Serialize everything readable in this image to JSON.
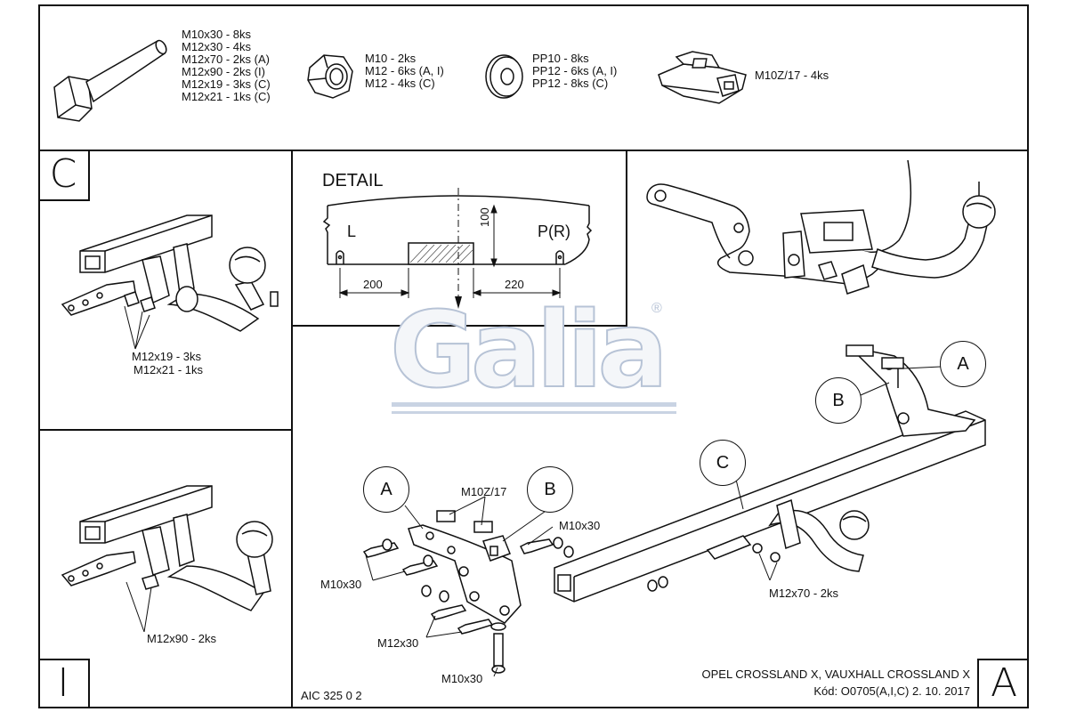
{
  "parts": {
    "bolts": [
      "M10x30 - 8ks",
      "M12x30 - 4ks",
      "M12x70 - 2ks (A)",
      "M12x90 - 2ks (I)",
      "M12x19 - 3ks (C)",
      "M12x21 - 1ks (C)"
    ],
    "nuts": [
      "M10 - 2ks",
      "M12 - 6ks (A, I)",
      "M12 - 4ks (C)"
    ],
    "washers": [
      "PP10 - 8ks",
      "PP12 - 6ks (A, I)",
      "PP12 - 8ks (C)"
    ],
    "clip": "M10Z/17 - 4ks"
  },
  "panel_c": {
    "letter": "C",
    "note1": "M12x19 - 3ks",
    "note2": "M12x21 - 1ks"
  },
  "panel_i": {
    "letter": "I",
    "note1": "M12x90 - 2ks"
  },
  "detail": {
    "title": "DETAIL",
    "left_label": "L",
    "right_label": "P(R)",
    "dim_left": "200",
    "dim_right": "220",
    "dim_height": "100"
  },
  "logo": {
    "text": "Galia",
    "reg": "®"
  },
  "assembly": {
    "callout_a": "A",
    "callout_b": "B",
    "callout_c": "C",
    "clip_label": "M10Z/17",
    "bolt_m10x30_a": "M10x30",
    "bolt_m10x30_b": "M10x30",
    "bolt_m10x30_c": "M10x30",
    "bolt_m12x30": "M12x30",
    "bolt_m12x70": "M12x70 - 2ks"
  },
  "footer": {
    "code_left": "AIC 325 0 2",
    "vehicle": "OPEL CROSSLAND X, VAUXHALL CROSSLAND X",
    "kod": "Kód: O0705(A,I,C)  2. 10. 2017",
    "sheet_letter": "A"
  },
  "colors": {
    "line": "#111111",
    "logo_stroke": "#b7c3d6",
    "logo_bar": "#c9d3e3"
  }
}
